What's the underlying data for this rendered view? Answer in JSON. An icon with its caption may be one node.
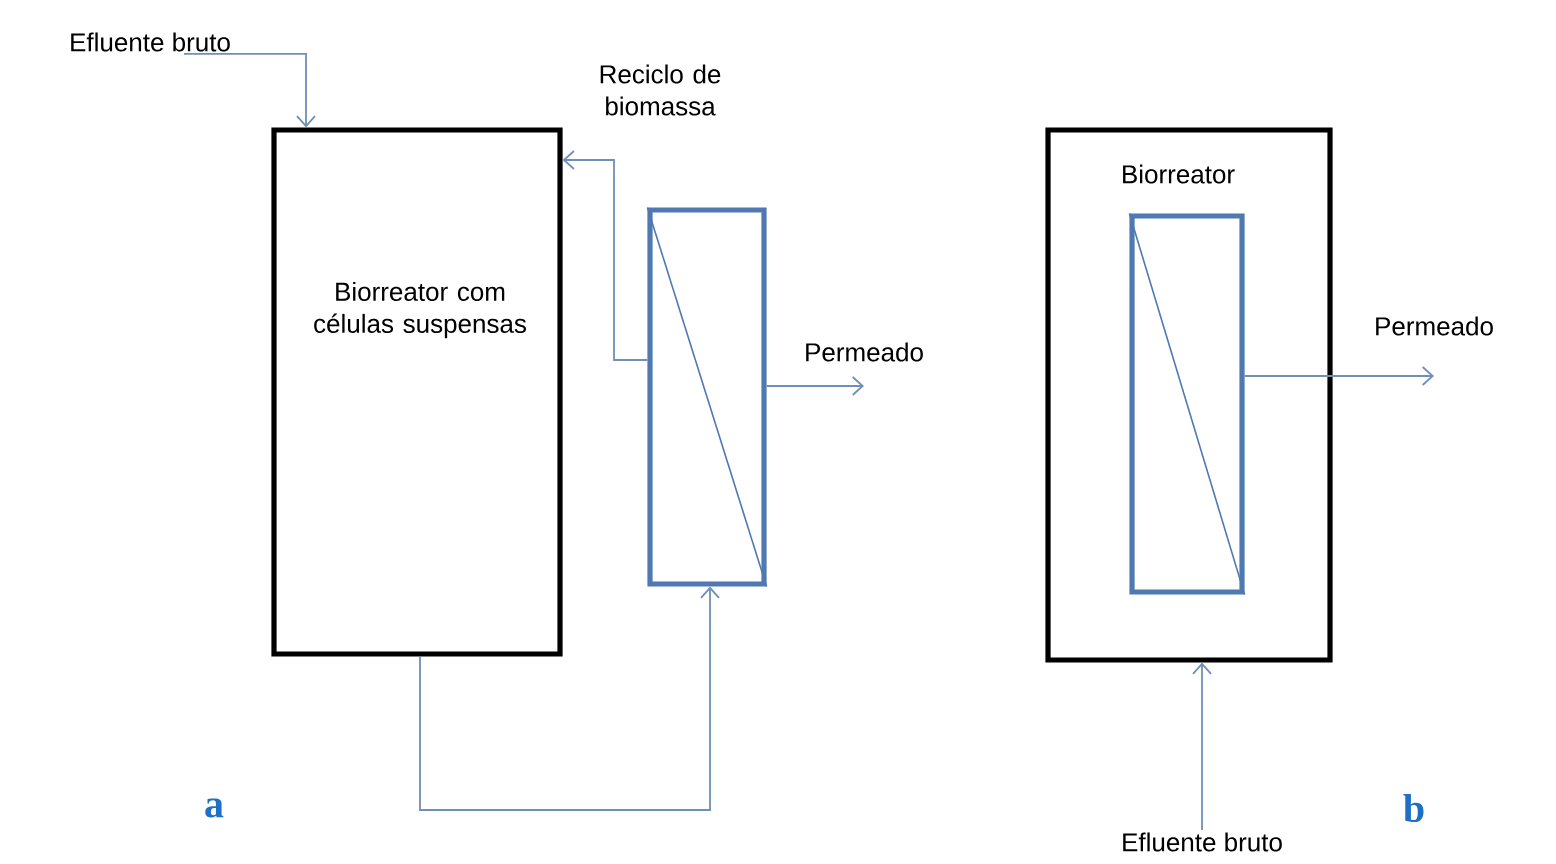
{
  "diagram": {
    "nodes": [
      {
        "text": [
          "Efluente bruto"
        ]
      },
      {
        "text": [
          "Biorreator com células suspensas"
        ]
      },
      {
        "text": [],
        "shape": "box"
      },
      {
        "text": [
          "Permeado"
        ]
      },
      {
        "text": [
          "Biorreator"
        ]
      },
      {
        "text": [],
        "shape": "box",
        "in": 4
      },
      {
        "text": [
          "Permeado"
        ]
      },
      {
        "text": [
          "Efluente bruto"
        ]
      }
    ],
    "edges": [
      {
        "from": 0,
        "to": 1,
        "arrow": "to"
      },
      {
        "from": 2,
        "to": 1,
        "arrow": "to",
        "label": "Reciclo de biomassa"
      },
      {
        "from": 2,
        "to": 3,
        "arrow": "to"
      },
      {
        "from": 1,
        "to": 2,
        "arrow": "to"
      },
      {
        "from": 5,
        "to": 6,
        "arrow": "to"
      },
      {
        "from": 7,
        "to": 4,
        "arrow": "to"
      }
    ],
    "labels": [
      "a",
      "b"
    ]
  }
}
